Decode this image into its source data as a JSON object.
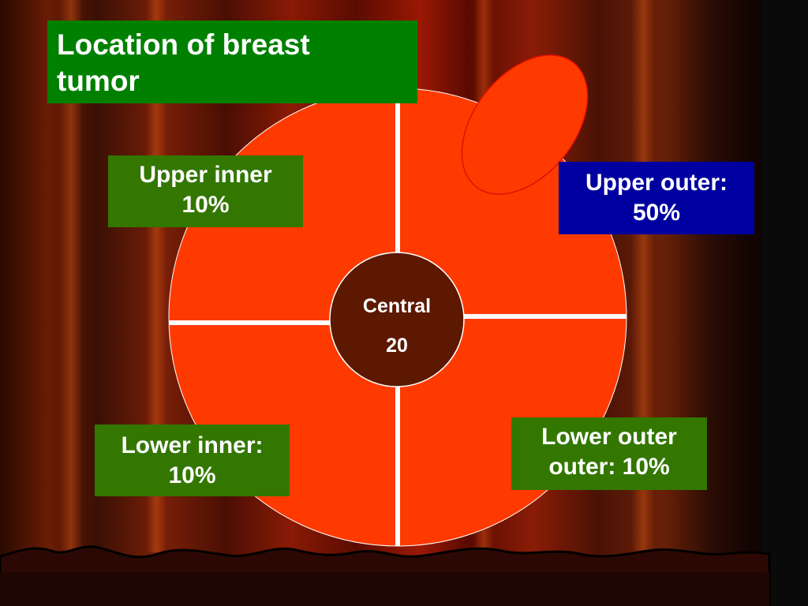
{
  "colors": {
    "curtain_dark": "#3a0a02",
    "curtain_mid": "#8a1e05",
    "curtain_red": "#b01805",
    "breast_fill": "#ff3a00",
    "divider": "#ffffff",
    "green_box": "#337700",
    "title_green": "#008000",
    "blue_box": "#0000a0",
    "central_fill": "#5c1800"
  },
  "title": {
    "line1": "Location of breast",
    "line2": "tumor"
  },
  "quadrants": {
    "upper_inner": {
      "line1": "Upper inner",
      "line2": "10%"
    },
    "upper_outer": {
      "line1": "Upper outer:",
      "line2": "50%"
    },
    "lower_inner": {
      "line1": "Lower inner:",
      "line2": "10%"
    },
    "lower_outer": {
      "line1": "Lower outer",
      "line2": "outer: 10%"
    }
  },
  "central": {
    "label": "Central",
    "value": "20"
  }
}
